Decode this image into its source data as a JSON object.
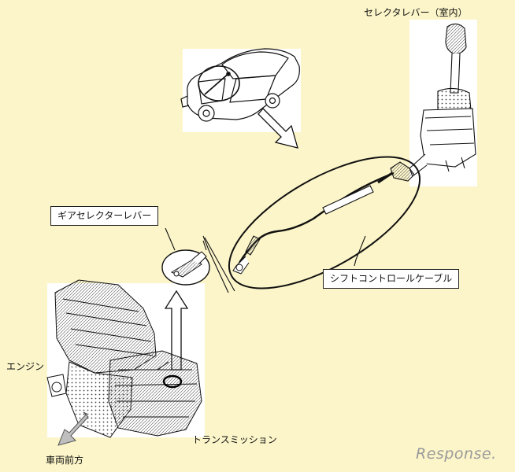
{
  "labels": {
    "selector_lever_cabin": "セレクタレバー（室内）",
    "gear_selector_lever": "ギアセレクターレバー",
    "shift_control_cable": "シフトコントロールケーブル",
    "engine": "エンジン",
    "transmission": "トランスミッション",
    "vehicle_front": "車両前方"
  },
  "watermark": "Response.",
  "colors": {
    "background": "#fcf5c9",
    "panel": "#ffffff",
    "line": "#111111",
    "watermark": "#9a9a9a"
  }
}
